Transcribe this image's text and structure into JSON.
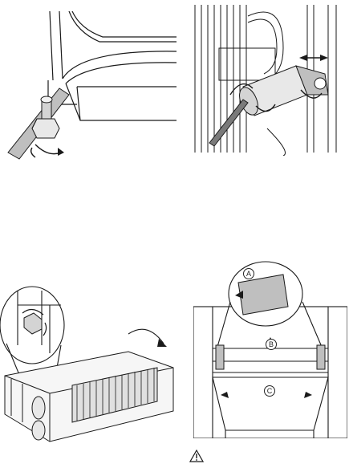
{
  "figures": [
    {
      "id": "fig-foot-adjust"
    },
    {
      "id": "fig-hinge-pin"
    },
    {
      "id": "fig-door-hinge-lower"
    },
    {
      "id": "fig-shelf-detail"
    }
  ],
  "callouts": {
    "a": "A",
    "b": "B",
    "c": "C"
  },
  "warning": {
    "icon": "warning-triangle-icon"
  },
  "colors": {
    "line": "#1a1a1a",
    "fill_light": "#e8e8e8",
    "fill_mid": "#bfbfbf",
    "fill_dark": "#7a7a7a"
  }
}
